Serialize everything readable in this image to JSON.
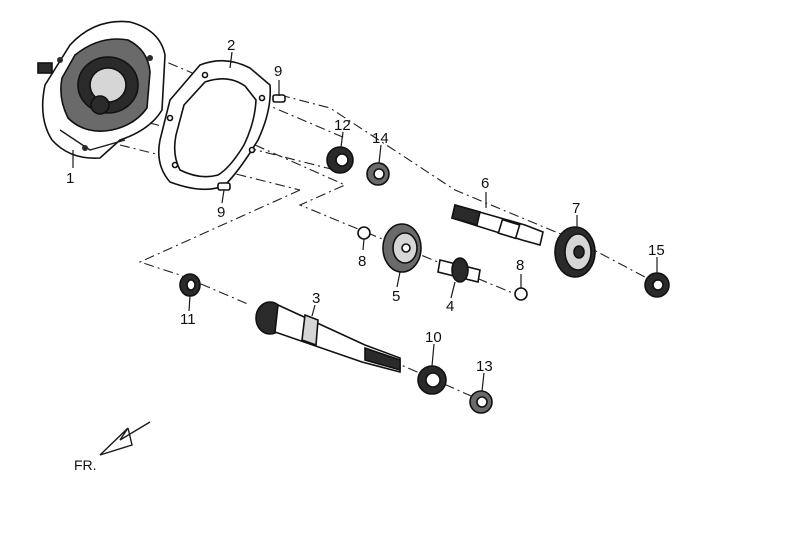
{
  "callouts": [
    "1",
    "2",
    "9",
    "9",
    "12",
    "14",
    "6",
    "7",
    "15",
    "8",
    "5",
    "4",
    "8",
    "11",
    "3",
    "10",
    "13"
  ],
  "direction_label": "FR."
}
